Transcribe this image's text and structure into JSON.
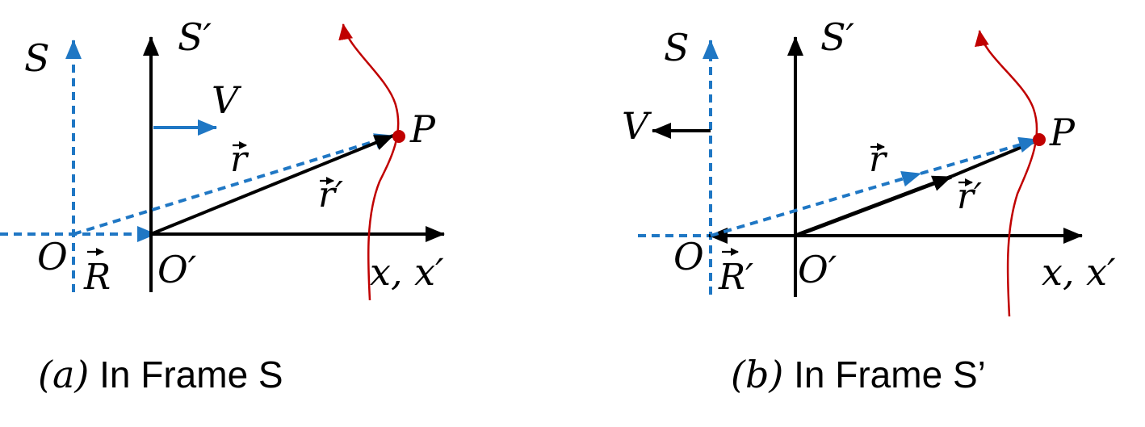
{
  "colors": {
    "blue": "#1f77c4",
    "black": "#000000",
    "red": "#c00000"
  },
  "panel_a": {
    "label_S": "S",
    "label_Sprime": "S′",
    "label_V": "V",
    "label_P": "P",
    "label_r": "r",
    "label_rprime": "r′",
    "label_O": "O",
    "label_R": "R",
    "label_Oprime": "O′",
    "label_axis": "x, x′",
    "caption_var": "(a)",
    "caption_text": " In Frame S"
  },
  "panel_b": {
    "label_S": "S",
    "label_Sprime": "S′",
    "label_V": "V",
    "label_P": "P",
    "label_r": "r",
    "label_rprime": "r′",
    "label_O": "O",
    "label_Rprime": "R′",
    "label_Oprime": "O′",
    "label_axis": "x, x′",
    "caption_var": "(b)",
    "caption_text": " In Frame S’"
  }
}
